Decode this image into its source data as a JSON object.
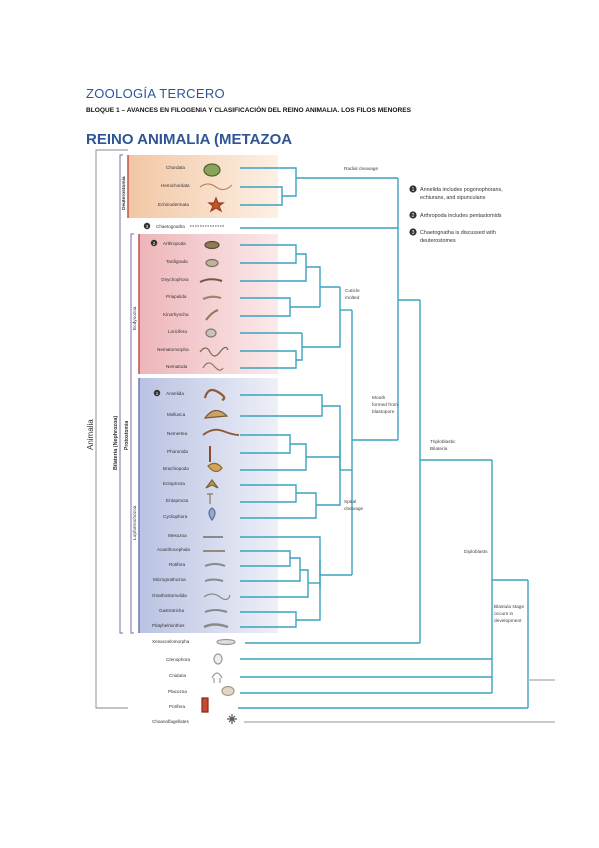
{
  "header": {
    "course": "ZOOLOGÍA TERCERO",
    "block": "BLOQUE 1 – AVANCES EN FILOGENIA Y CLASIFICACIÓN DEL REINO ANIMALIA. LOS FILOS MENORES",
    "heading": "REINO ANIMALIA (METAZOA"
  },
  "figure": {
    "taxa": {
      "chordata": "Chordata",
      "hemichordata": "Hemichordata",
      "echinodermata": "Echinodermata",
      "chaetognatha": "Chaetognatha",
      "arthropoda": "Arthropoda",
      "tardigrada": "Tardigrada",
      "onychophora": "Onychophora",
      "priapulida": "Priapulida",
      "kinorhyncha": "Kinorhyncha",
      "loricifera": "Loricifera",
      "nematomorpha": "Nematomorpha",
      "nematoda": "Nematoda",
      "annelida": "Annelida",
      "mollusca": "Mollusca",
      "nemertea": "Nemertea",
      "phoronida": "Phoronida",
      "brachiopoda": "Brachiopoda",
      "ectoprocta": "Ectoprocta",
      "entoprocta": "Entoprocta",
      "cycliophora": "Cycliophora",
      "mesozoa": "Mesozoa",
      "acanthocephala": "Acanthocephala",
      "rotifera": "Rotifera",
      "micrognathozoa": "Micrognathozoa",
      "gnathostomulida": "Gnathostomulida",
      "gastrotricha": "Gastrotricha",
      "platyhelminthes": "Platyhelminthes",
      "xenacoelomorpha": "Xenacoelomorpha",
      "ctenophora": "Ctenophora",
      "cnidaria": "Cnidaria",
      "placozoa": "Placozoa",
      "porifera": "Porifera",
      "choanoflagellates": "Choanoflagellates"
    },
    "groups": {
      "deuterostomia": "Deuterostomia",
      "ecdysozoa": "Ecdysozoa",
      "lophotrochozoa": "Lophotrochozoa",
      "protostomia": "Protostomia",
      "bilateria": "Bilateria (Nephrozoa)",
      "animalia": "Animalia"
    },
    "nodes": {
      "radial": "Radial cleavage",
      "cuticle_1": "Cuticle",
      "cuticle_2": "molted",
      "mouth_1": "Mouth",
      "mouth_2": "formed from",
      "mouth_3": "blastopore",
      "spiral_1": "Spiral",
      "spiral_2": "cleavage",
      "tripl_1": "Triploblastic",
      "tripl_2": "Bilateria",
      "diplo": "Diploblasts",
      "blast_1": "Blastula stage",
      "blast_2": "occurs in",
      "blast_3": "development"
    },
    "notes": {
      "n1_num": "1",
      "n1_a": "Annelida includes pogonophorans,",
      "n1_b": "echiurans, and sipunculans",
      "n2_num": "2",
      "n2_a": "Arthropoda includes pentastomids",
      "n3_num": "3",
      "n3_a": "Chaetognatha is discussed with",
      "n3_b": "deuterostomes"
    },
    "colors": {
      "branch": "#3ca2bf",
      "deutero_box": "#f6d3b4",
      "ecdyso_box": "#f1c6c9",
      "lopho_box": "#cfd5ea"
    }
  }
}
